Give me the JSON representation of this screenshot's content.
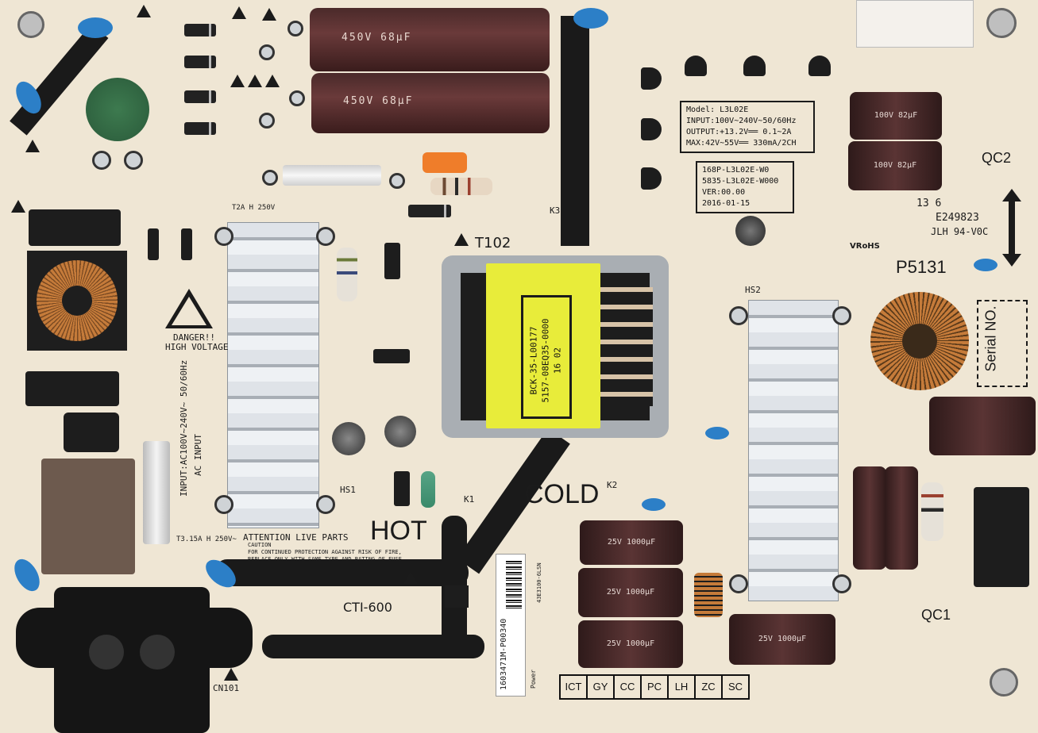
{
  "board": {
    "model_label": "Model: L3L02E",
    "input_label": "INPUT:100V~240V~50/60Hz",
    "output_label": "OUTPUT:+13.2V══ 0.1~2A",
    "max_label": "MAX:42V~55V══ 330mA/2CH",
    "part_number_1": "168P-L3L02E-W0",
    "part_number_2": "5835-L3L02E-W000",
    "version": "VER:00.00",
    "date": "2016-01-15",
    "ul_number": "E249823",
    "cert_code": "JLH 94-V0C",
    "serial_label": "Serial NO.",
    "rohs_label": "VRoHS",
    "board_code": "P5131",
    "revision": "13 6",
    "transformer_ref": "T102",
    "transformer_label_1": "BCK-35-L00177",
    "transformer_label_2": "5157-08EQ35-0000",
    "transformer_label_3": "16 02",
    "hot_label": "HOT",
    "cold_label": "COLD",
    "danger_line_1": "DANGER!!",
    "danger_line_2": "HIGH VOLTAGE",
    "attention_label": "ATTENTION  LIVE  PARTS",
    "caution_text_1": "CAUTION",
    "caution_text_2": "FOR CONTINUED PROTECTION AGAINST RISK OF FIRE,",
    "caution_text_3": "REPLACE ONLY WITH SAME TYPE AND RATING OF FUSE.",
    "ac_input_label": "INPUT:AC100V~240V~ 50/60Hz",
    "ac_input_sub": "AC INPUT",
    "fuse_label": "T3.15A H 250V~",
    "fuse2_label": "T2A H 250V",
    "cti_label": "CTI-600",
    "barcode_text": "1603471M-P00340",
    "barcode_side": "Power",
    "barcode_code": "43E3100-6LSN",
    "qc1": "QC1",
    "qc2": "QC2",
    "connector_ref": "CN101",
    "hs1": "HS1",
    "hs2": "HS2",
    "k1": "K1",
    "k2": "K2",
    "k3": "K3"
  },
  "big_caps": [
    {
      "text": "450V  68μF"
    },
    {
      "text": "450V  68μF"
    }
  ],
  "small_caps": [
    {
      "text": "25V 1000μF"
    },
    {
      "text": "25V 1000μF"
    },
    {
      "text": "25V 1000μF"
    },
    {
      "text": "25V 1000μF"
    }
  ],
  "right_caps": [
    {
      "text": "100V 82μF"
    },
    {
      "text": "100V 82μF"
    }
  ],
  "jumper_labels": [
    "ICT",
    "GY",
    "CC",
    "PC",
    "LH",
    "ZC",
    "SC"
  ],
  "colors": {
    "pcb": "#efe6d4",
    "silkscreen": "#1b1b1b",
    "trace": "#1a1a1a",
    "capacitor": "#4a2a2a",
    "ycap": "#2c7fc7",
    "transformer_tape": "#e8ec3a",
    "heatsink": "#dfe3e8"
  }
}
